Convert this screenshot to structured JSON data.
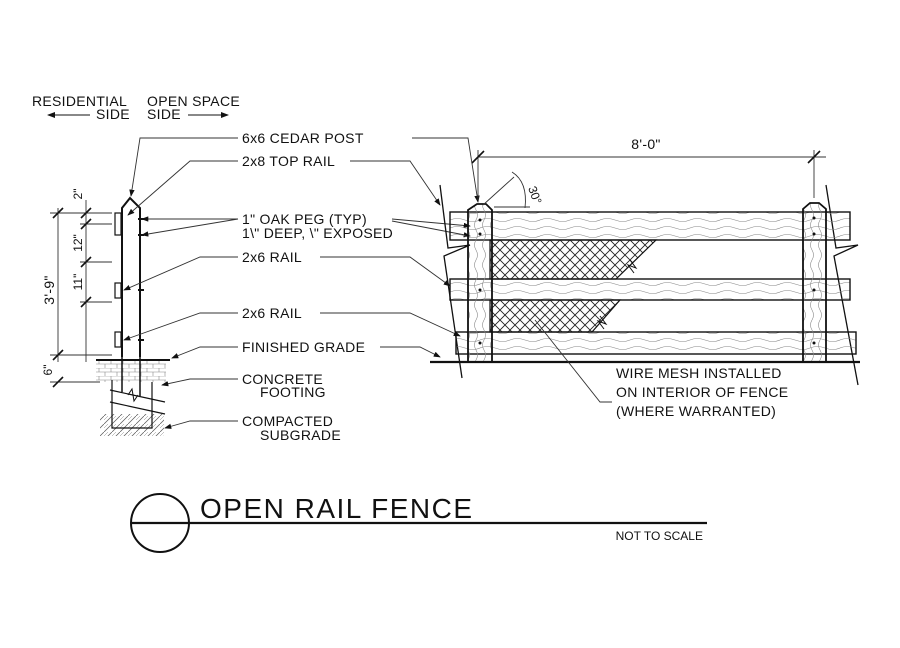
{
  "drawing": {
    "title": "OPEN RAIL FENCE",
    "scale_note": "NOT TO SCALE",
    "side_labels": {
      "residential": "RESIDENTIAL",
      "residential_sub": "SIDE",
      "open_space": "OPEN SPACE",
      "open_space_sub": "SIDE"
    },
    "callouts": {
      "post": "6x6 CEDAR POST",
      "top_rail": "2x8 TOP RAIL",
      "peg_line1": "1\" OAK PEG (TYP)",
      "peg_line2": "1\\\" DEEP, \\\" EXPOSED",
      "rail_mid": "2x6 RAIL",
      "rail_low": "2x6 RAIL",
      "finished_grade": "FINISHED GRADE",
      "footing_line1": "CONCRETE",
      "footing_line2": "FOOTING",
      "subgrade_line1": "COMPACTED",
      "subgrade_line2": "SUBGRADE",
      "mesh_line1": "WIRE MESH INSTALLED",
      "mesh_line2": "ON INTERIOR OF FENCE",
      "mesh_line3": "(WHERE WARRANTED)"
    },
    "dimensions": {
      "post_spacing": "8'-0\"",
      "total_height": "3'-9\"",
      "top_offset": "2\"",
      "upper_spacing": "12\"",
      "lower_spacing": "11\"",
      "ground_offset": "6\"",
      "chamfer_angle": "30°"
    }
  }
}
